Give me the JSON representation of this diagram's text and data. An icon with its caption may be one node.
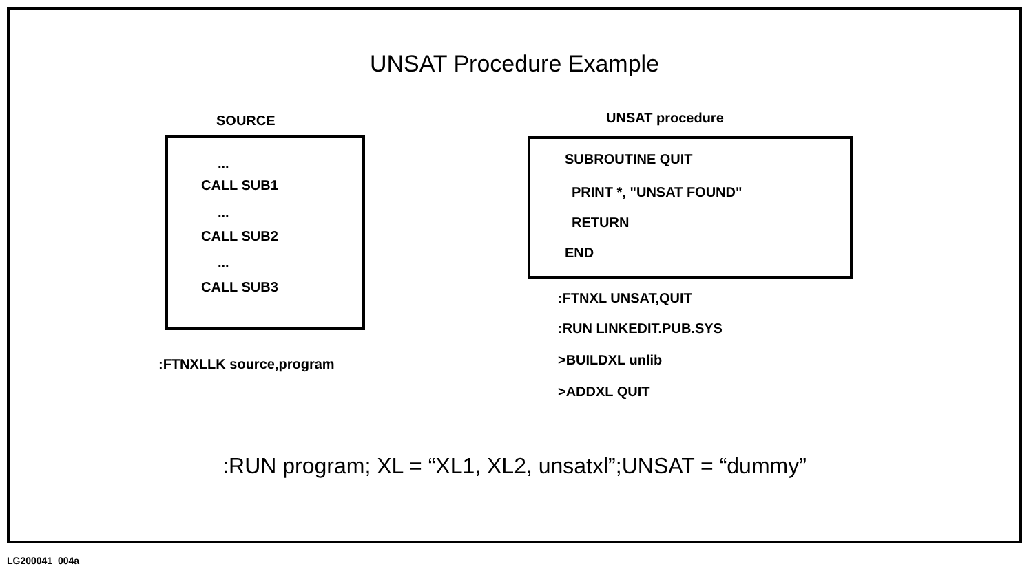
{
  "diagram": {
    "title": "UNSAT Procedure Example",
    "nodes": [
      {
        "text": [
          "SOURCE",
          "...",
          "CALL SUB1",
          "...",
          "CALL SUB2",
          "...",
          "CALL SUB3"
        ],
        "beside": [
          ":FTNXLLK source,program"
        ]
      },
      {
        "text": [
          "UNSAT procedure",
          "SUBROUTINE QUIT",
          "PRINT *, \"UNSAT FOUND\"",
          "RETURN",
          "END"
        ],
        "beside": [
          ":FTNXL UNSAT,QUIT",
          ":RUN LINKEDIT.PUB.SYS",
          ">BUILDXL unlib",
          ">ADDXL QUIT"
        ]
      }
    ],
    "labels": [
      ":RUN program; XL = “XL1, XL2, unsatxl”;UNSAT = “dummy”",
      "LG200041_004a"
    ]
  }
}
